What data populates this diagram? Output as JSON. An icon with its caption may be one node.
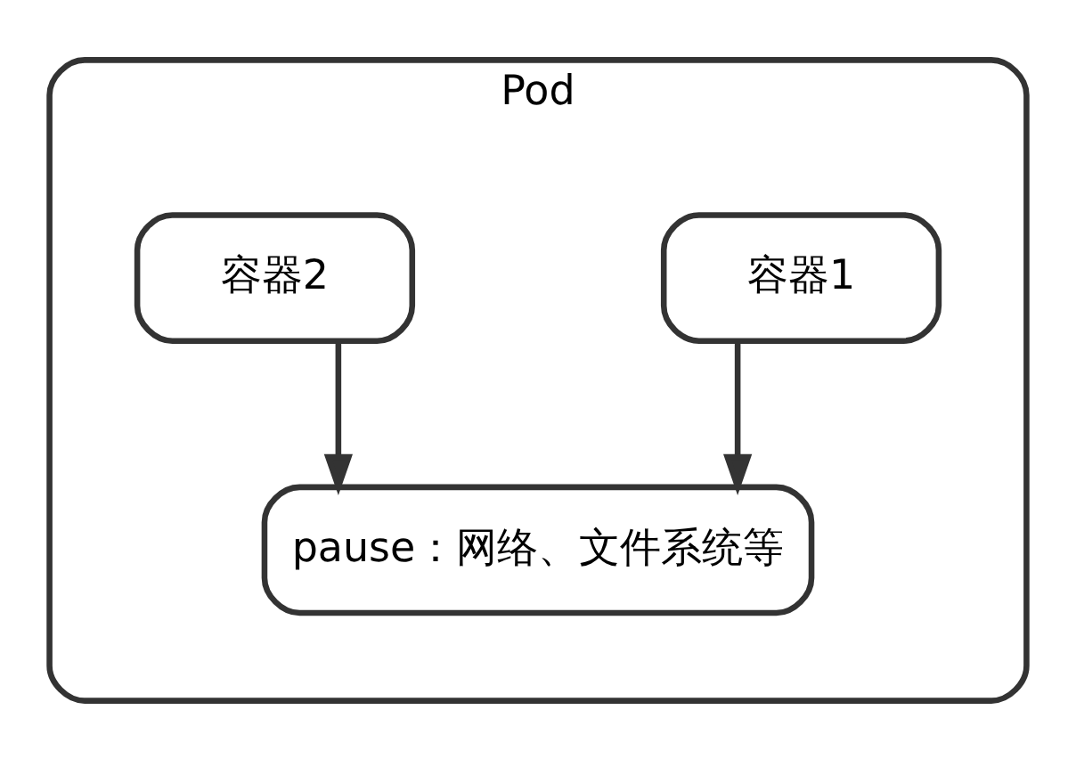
{
  "diagram": {
    "nodes": [
      {
        "text": [
          "Pod"
        ]
      },
      {
        "text": [
          "容器1"
        ],
        "in": 0
      },
      {
        "text": [
          "容器2"
        ],
        "in": 0
      },
      {
        "text": [
          "pause：网络、文件系统等"
        ],
        "in": 0
      }
    ],
    "edges": [
      {
        "from": 1,
        "to": 3,
        "arrow": "to"
      },
      {
        "from": 2,
        "to": 3,
        "arrow": "to"
      }
    ]
  }
}
